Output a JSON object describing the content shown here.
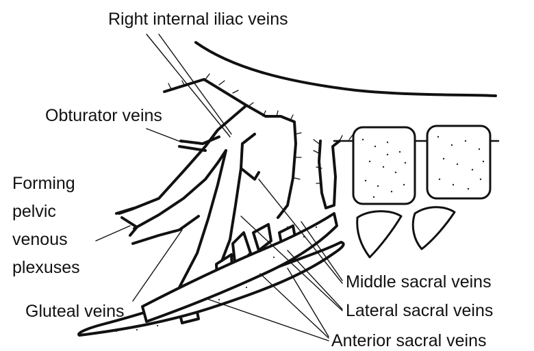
{
  "labels": {
    "right_internal_iliac": "Right internal iliac veins",
    "obturator": "Obturator veins",
    "forming_lines": [
      "Forming",
      "pelvic",
      "venous",
      "plexuses"
    ],
    "gluteal": "Gluteal veins",
    "middle_sacral": "Middle sacral veins",
    "lateral_sacral": "Lateral sacral veins",
    "anterior_sacral": "Anterior sacral veins"
  },
  "colors": {
    "ink": "#111111",
    "background": "#ffffff",
    "stipple": "#222222"
  }
}
